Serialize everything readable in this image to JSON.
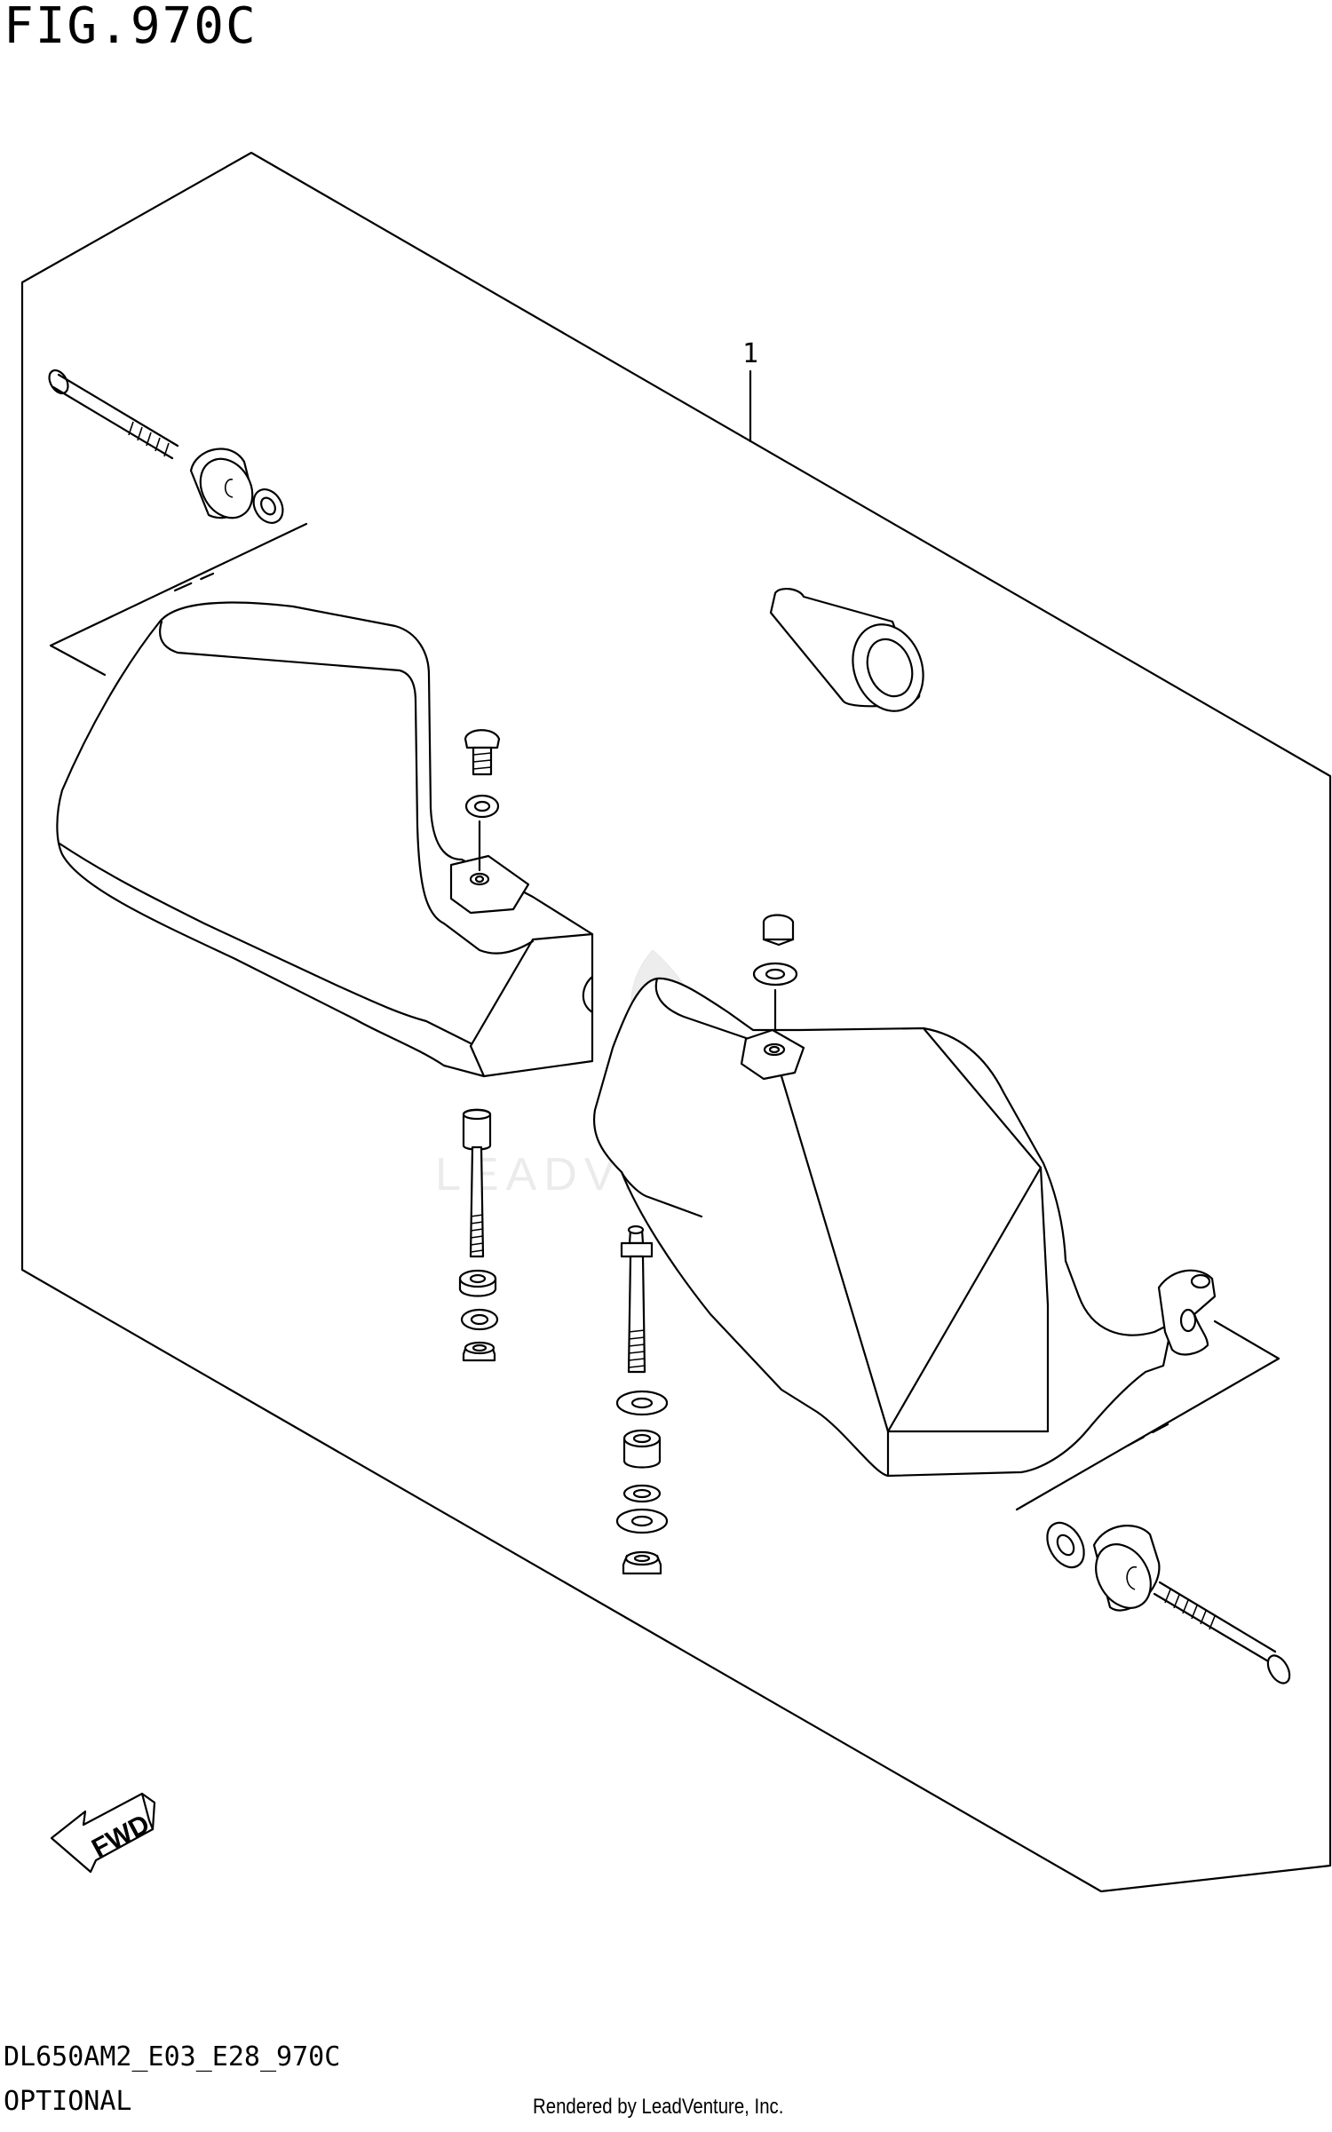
{
  "figure": {
    "title": "FIG.970C",
    "callout_number": "1",
    "fwd_label": "FWD",
    "diagram_code": "DL650AM2_E03_E28_970C",
    "section": "OPTIONAL",
    "credit": "Rendered by LeadVenture, Inc.",
    "watermark": "LEADVENTURE"
  },
  "icons": [
    "fwd-arrow-icon",
    "leadventure-watermark-icon"
  ]
}
